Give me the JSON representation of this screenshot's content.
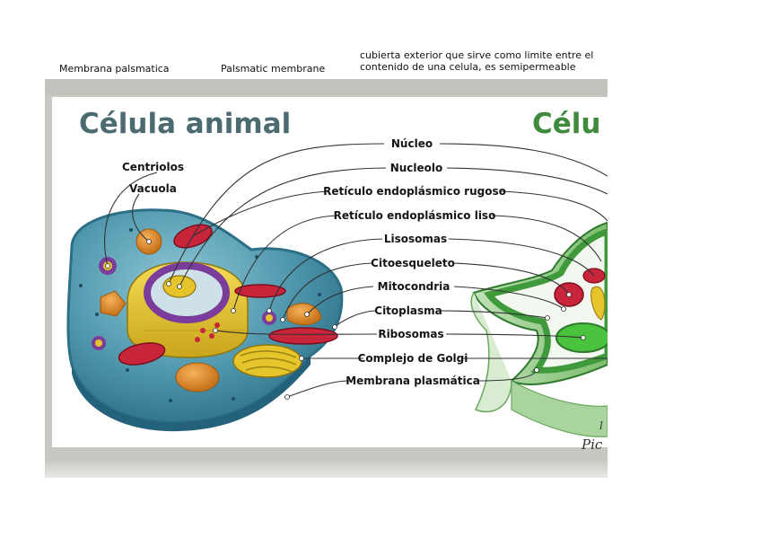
{
  "header": {
    "term": "Membrana palsmatica",
    "translation": "Palsmatic membrane",
    "definition": "cubierta exterior que sirve como limite entre el contenido de una celula, es semipermeable"
  },
  "diagram": {
    "title_left": "Célula animal",
    "title_right": "Célu",
    "signature": "Pic",
    "labels": {
      "centriolos": "Centriolos",
      "vacuola": "Vacuola",
      "nucleo": "Núcleo",
      "nucleolo": "Nucleolo",
      "reticulo_rugoso": "Retículo endoplásmico rugoso",
      "reticulo_liso": "Retículo endoplásmico liso",
      "lisosomas": "Lisosomas",
      "citoesqueleto": "Citoesqueleto",
      "mitocondria": "Mitocondria",
      "citoplasma": "Citoplasma",
      "ribosomas": "Ribosomas",
      "complejo_golgi": "Complejo de Golgi",
      "membrana": "Membrana plasmática"
    },
    "colors": {
      "title_left": "#4c6b70",
      "title_right": "#3f8a3c",
      "cell_body": "#4f97ad",
      "cell_edge": "#2c6f86",
      "nucleus": "#e6c52c",
      "nucleolus_ring": "#7a3d9c",
      "mitochondria": "#c8243a",
      "plant_wall": "#3e9a3b"
    }
  }
}
